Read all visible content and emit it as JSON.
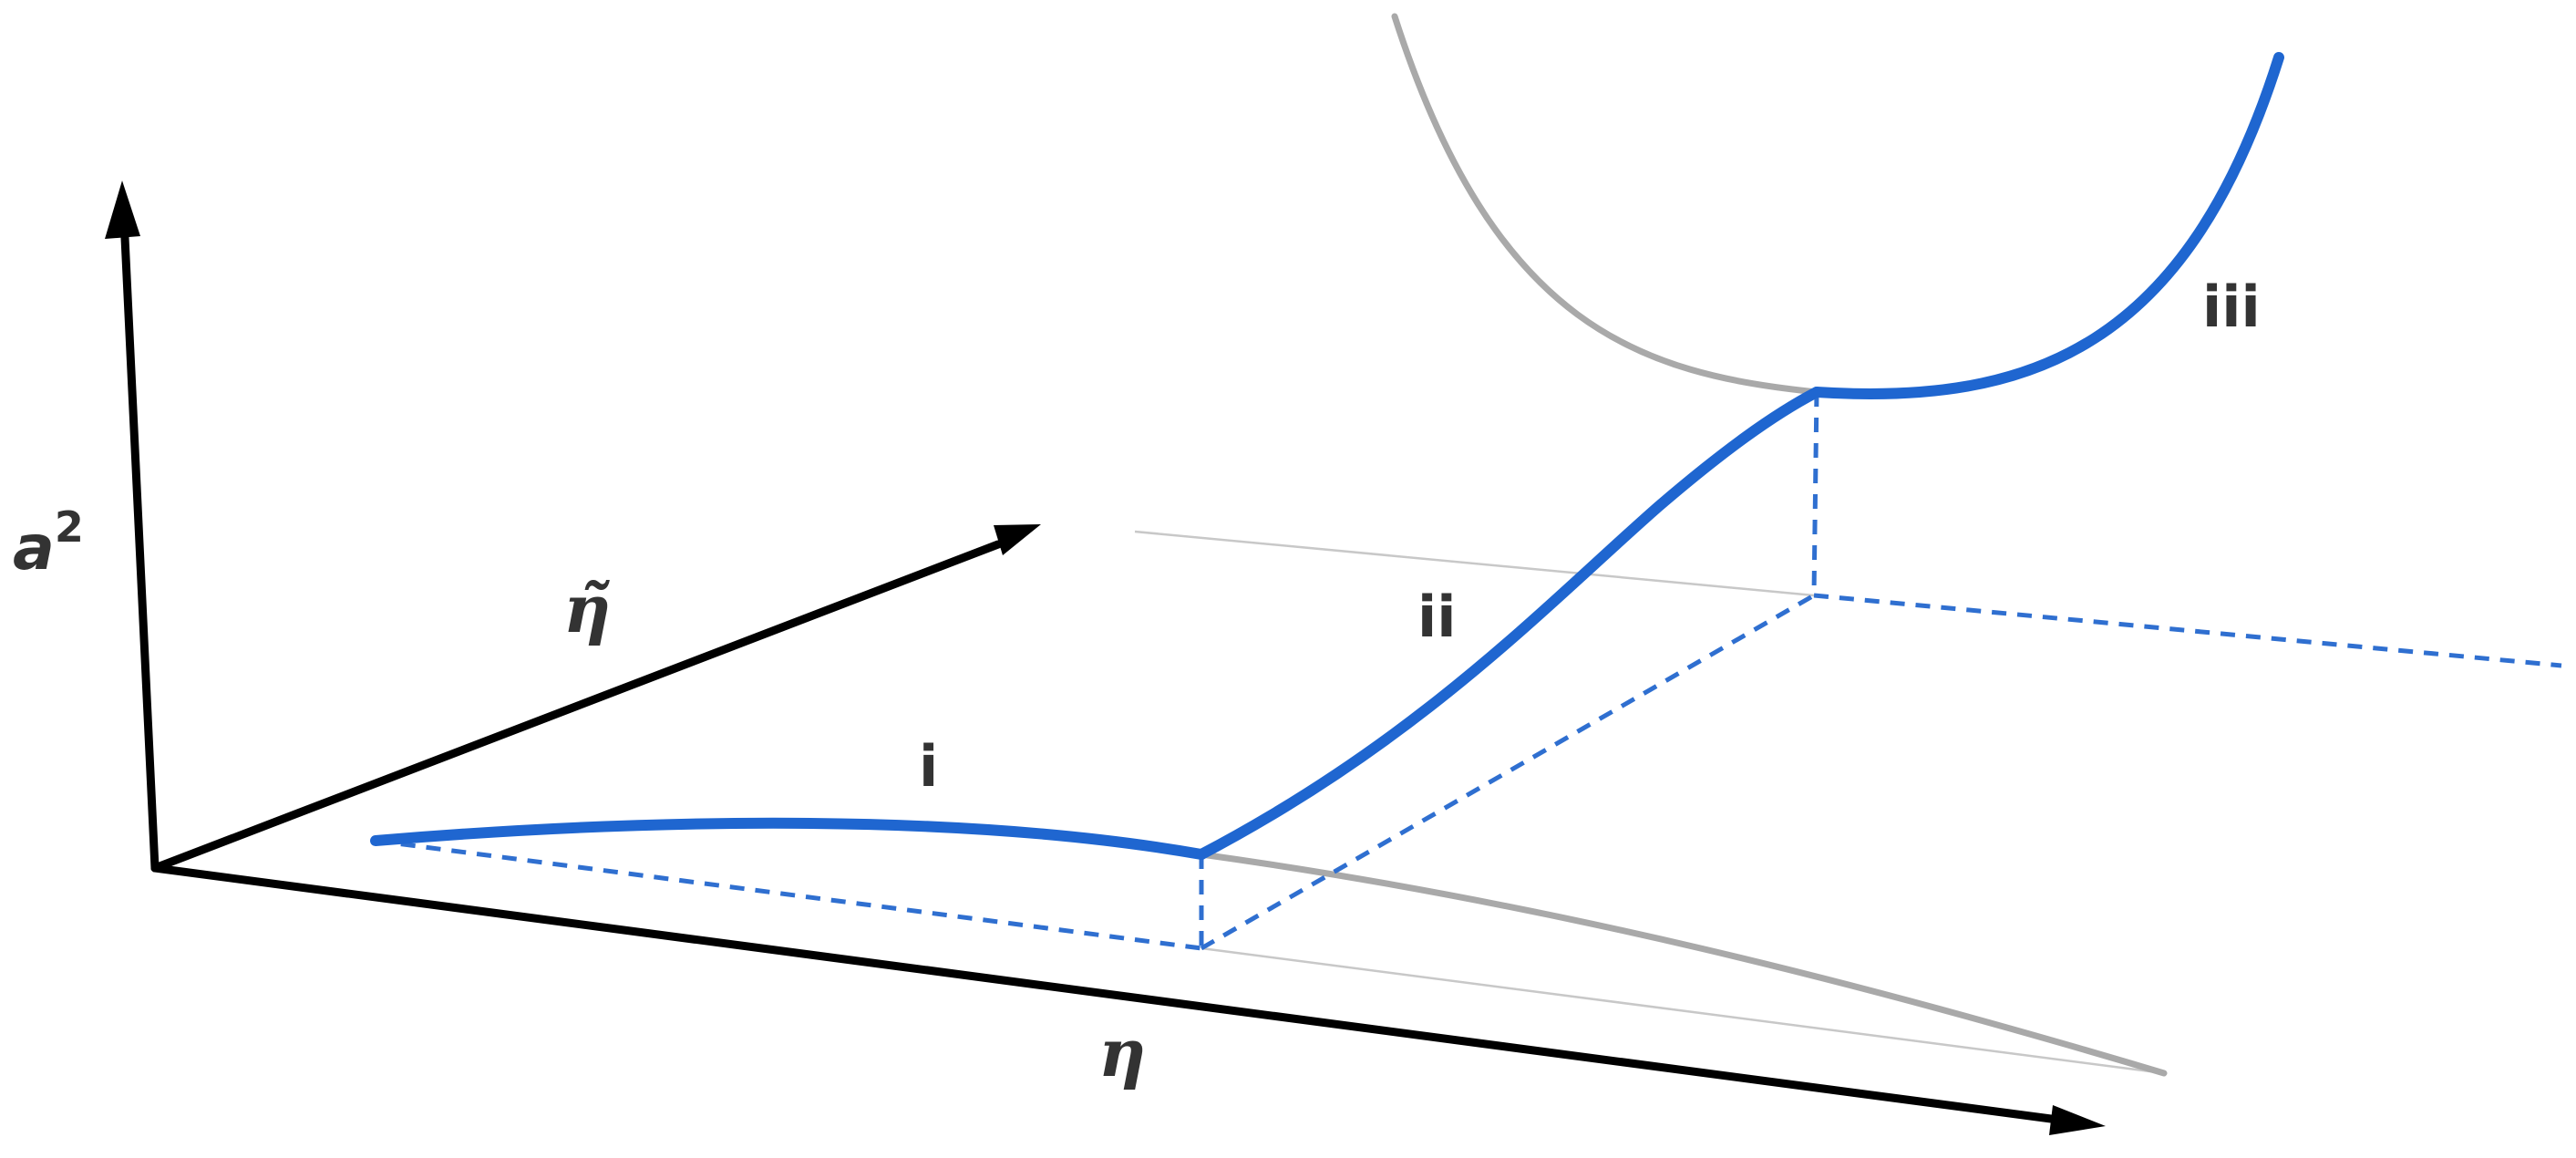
{
  "axes": {
    "vertical": {
      "base": "a",
      "superscript": "2"
    },
    "depth": {
      "label": "η̃"
    },
    "horizontal": {
      "label": "η"
    }
  },
  "regions": {
    "i": "i",
    "ii": "ii",
    "iii": "iii"
  },
  "colors": {
    "path": "#1f66d0",
    "surface": "#a9a9a9",
    "axis": "#000000"
  }
}
